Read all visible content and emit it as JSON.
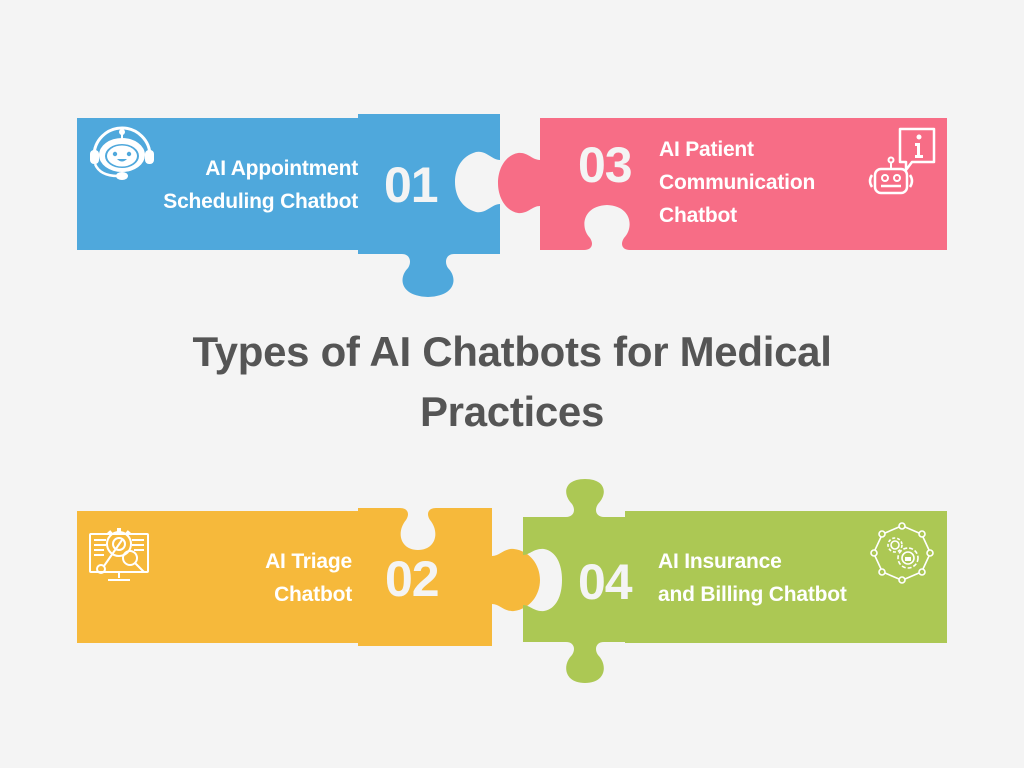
{
  "title": {
    "line1": "Types of AI Chatbots for Medical",
    "line2": "Practices"
  },
  "colors": {
    "background": "#f4f4f4",
    "blue": "#4fa8dc",
    "pink": "#f76d86",
    "yellow": "#f6b93b",
    "green": "#acc854",
    "title": "#555555",
    "number": "#f4f4f4"
  },
  "pieces": [
    {
      "number": "01",
      "line1": "AI Appointment",
      "line2": "Scheduling Chatbot",
      "line3": "",
      "icon": "robot-headset-icon",
      "color": "blue"
    },
    {
      "number": "02",
      "line1": "AI Triage",
      "line2": "Chatbot",
      "line3": "",
      "icon": "computer-gear-wrench-magnifier-icon",
      "color": "yellow"
    },
    {
      "number": "03",
      "line1": "AI Patient",
      "line2": "Communication",
      "line3": "Chatbot",
      "icon": "robot-info-speech-bubble-icon",
      "color": "pink"
    },
    {
      "number": "04",
      "line1": "AI Insurance",
      "line2": "and Billing Chatbot",
      "line3": "",
      "icon": "gears-network-icon",
      "color": "green"
    }
  ]
}
